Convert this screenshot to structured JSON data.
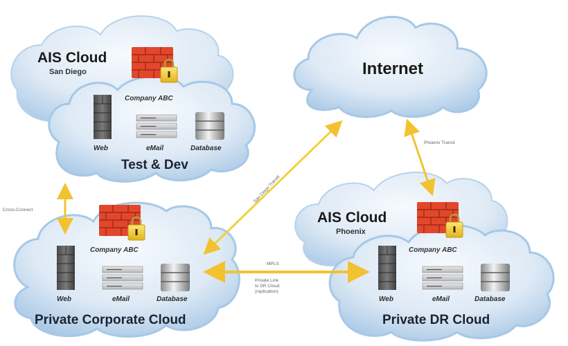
{
  "internet": {
    "label": "Internet"
  },
  "clouds": {
    "san_diego": {
      "title": "AIS Cloud",
      "subtitle": "San Diego",
      "firewall_label": "Company ABC",
      "name": "Test & Dev",
      "icons": [
        "Web",
        "eMail",
        "Database"
      ]
    },
    "corporate": {
      "firewall_label": "Company ABC",
      "name": "Private Corporate Cloud",
      "icons": [
        "Web",
        "eMail",
        "Database"
      ]
    },
    "phoenix": {
      "title": "AIS Cloud",
      "subtitle": "Phoenix",
      "firewall_label": "Company ABC",
      "name": "Private DR Cloud",
      "icons": [
        "Web",
        "eMail",
        "Database"
      ]
    }
  },
  "links": {
    "cross_connect": "Cross-Connect",
    "san_diego_transit": "San Diego Transit",
    "phoenix_transit": "Phoenix Transit",
    "mpls": "MPLS",
    "private_link": [
      "Private Link",
      "to DR Cloud",
      "(replication)"
    ]
  },
  "colors": {
    "cloud_fill": "#dbe9f6",
    "cloud_edge": "#9cc2e3",
    "arrow": "#f2c230",
    "firewall": "#e2472c",
    "lock": "#f3d23a"
  }
}
